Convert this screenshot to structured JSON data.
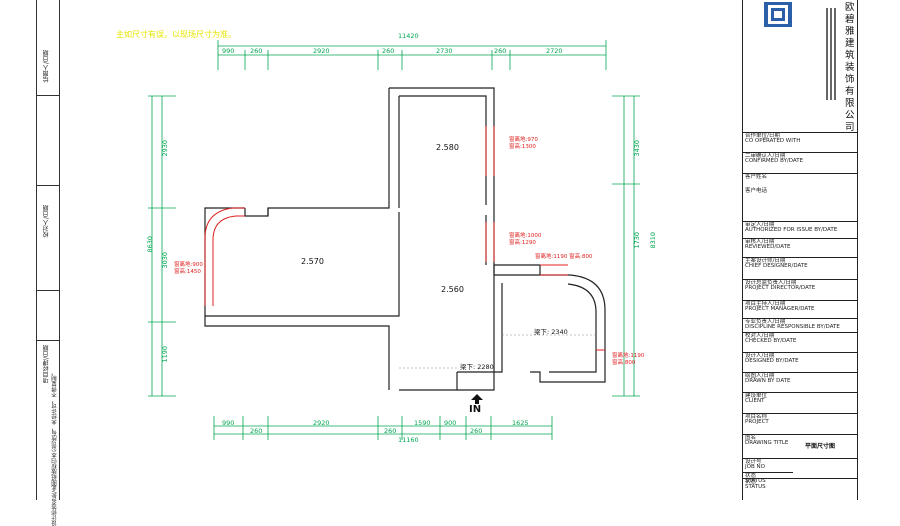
{
  "note": "主如尺寸有误，以现场尺寸为准。",
  "left_strip": {
    "row1": "绘图人/日期",
    "row2": "校对人/日期",
    "row3": "项目经理/日期",
    "row4": "设计师签名处/此图纸版权归本公司所有，未经许可，不得复制。"
  },
  "dims_top_total": "11420",
  "dims_top": [
    "990",
    "260",
    "2920",
    "260",
    "2730",
    "260",
    "2720"
  ],
  "dims_bottom": [
    "990",
    "260",
    "2920",
    "260",
    "1590",
    "900",
    "260",
    "1625"
  ],
  "dims_bottom_total": "11160",
  "dims_left": [
    "2930",
    "3030",
    "1190"
  ],
  "dims_left_total": "8630",
  "dims_right": [
    "1730",
    "3430"
  ],
  "dims_right_total": "8310",
  "heights": [
    "2.580",
    "2.570",
    "2.560"
  ],
  "windows": [
    {
      "a": "窗离地:970",
      "b": "窗高:1300"
    },
    {
      "a": "窗离地:900",
      "b": "窗高:1450"
    },
    {
      "a": "窗离地:1000",
      "b": "窗高:1290"
    },
    {
      "a": "窗离地:1190",
      "b": "窗高:800"
    },
    {
      "a": "窗离地:1190",
      "b": "窗高:800"
    }
  ],
  "beams": [
    "梁下: 2340",
    "梁下: 2280"
  ],
  "entrance": "IN",
  "company": "欧碧雅建筑装饰有限公司",
  "title_block": [
    "合作单位/日期",
    "CO OPERATED WITH",
    "二审确认人/日期",
    "CONFIRMED BY/DATE",
    "客户姓名",
    "客户电话",
    "审定人/日期",
    "AUTHORIZED FOR ISSUE BY/DATE",
    "审核人/日期",
    "REVIEWED/DATE",
    "主案设计师/日期",
    "CHIEF DESIGNER/DATE",
    "设计总监负责人/日期",
    "PROJECT DIRECTOR/DATE",
    "项目主持人/日期",
    "PROJECT MANAGER/DATE",
    "专业负责人/日期",
    "DISCIPLINE RESPONSIBLE BY/DATE",
    "校对人/日期",
    "CHECKED BY/DATE",
    "设计人/日期",
    "DESIGNED BY/DATE",
    "绘图人/日期",
    "DRAWN BY DATE",
    "建设单位",
    "CLIENT",
    "项目名称",
    "PROJECT",
    "图名",
    "DRAWING TITLE",
    "设计号",
    "JOB NO",
    "状态",
    "STATUS",
    "专业",
    "DISCIPLINE"
  ],
  "drawing_title_value": "平面尺寸图",
  "colors": {
    "wall": "#222222",
    "dim": "#00a651",
    "red": "#e02020",
    "note": "#e6e600",
    "logo": "#2b5fa8"
  }
}
